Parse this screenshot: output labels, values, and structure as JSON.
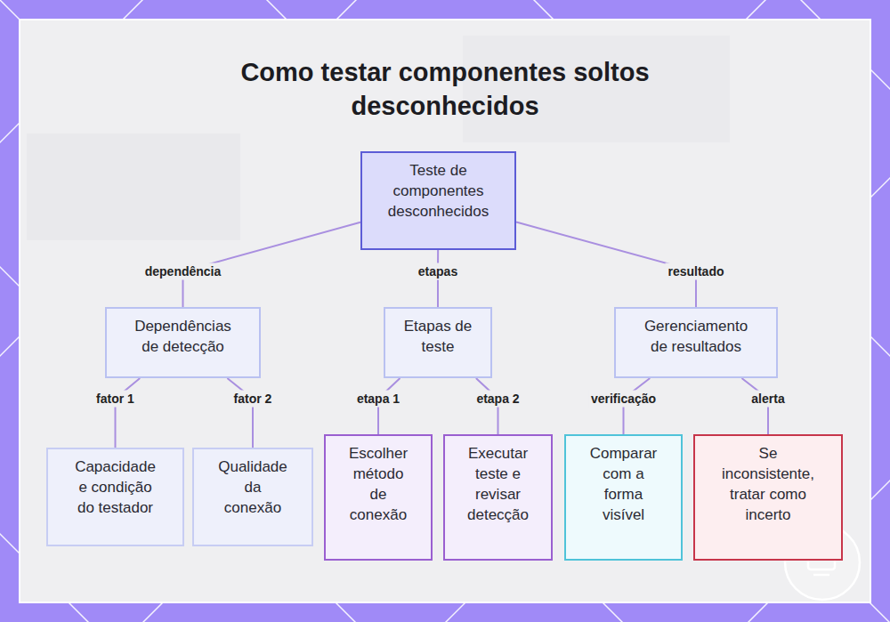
{
  "diagram": {
    "title": "Como testar componentes soltos desconhecidos",
    "nodes": [
      {
        "text": [
          "Teste de componentes desconhecidos"
        ]
      },
      {
        "text": [
          "Dependências de detecção"
        ]
      },
      {
        "text": [
          "Etapas de teste"
        ]
      },
      {
        "text": [
          "Gerenciamento de resultados"
        ]
      },
      {
        "text": [
          "Capacidade e condição do testador"
        ]
      },
      {
        "text": [
          "Qualidade da conexão"
        ]
      },
      {
        "text": [
          "Escolher método de conexão"
        ]
      },
      {
        "text": [
          "Executar teste e revisar detecção"
        ]
      },
      {
        "text": [
          "Comparar com a forma visível"
        ]
      },
      {
        "text": [
          "Se inconsistente, tratar como incerto"
        ]
      }
    ],
    "edges": [
      {
        "from": 0,
        "to": 1,
        "label": "dependência",
        "arrow": "none"
      },
      {
        "from": 0,
        "to": 2,
        "label": "etapas",
        "arrow": "none"
      },
      {
        "from": 0,
        "to": 3,
        "label": "resultado",
        "arrow": "none"
      },
      {
        "from": 1,
        "to": 4,
        "label": "fator 1",
        "arrow": "none"
      },
      {
        "from": 1,
        "to": 5,
        "label": "fator 2",
        "arrow": "none"
      },
      {
        "from": 2,
        "to": 6,
        "label": "etapa 1",
        "arrow": "none"
      },
      {
        "from": 2,
        "to": 7,
        "label": "etapa 2",
        "arrow": "none"
      },
      {
        "from": 3,
        "to": 8,
        "label": "verificação",
        "arrow": "none"
      },
      {
        "from": 3,
        "to": 9,
        "label": "alerta",
        "arrow": "none"
      }
    ]
  }
}
